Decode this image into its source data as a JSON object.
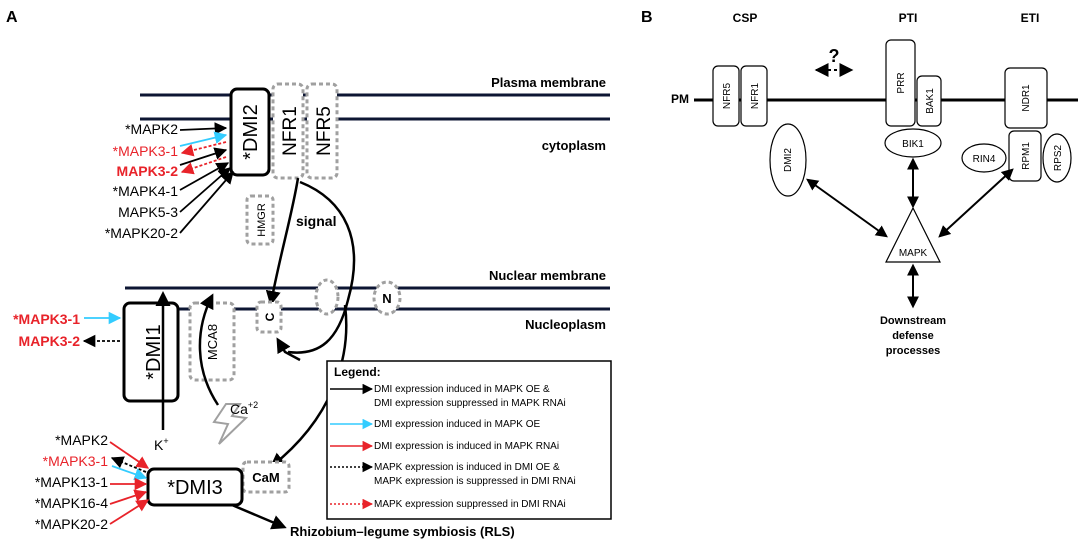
{
  "panel_a": {
    "letter": "A",
    "membranes": {
      "plasma": "Plasma membrane",
      "cytoplasm": "cytoplasm",
      "nuclear": "Nuclear membrane",
      "nucleoplasm": "Nucleoplasm"
    },
    "proteins": {
      "dmi2": "*DMI2",
      "nfr1": "NFR1",
      "nfr5": "NFR5",
      "hmgr": "HMGR",
      "dmi1": "*DMI1",
      "mca8": "MCA8",
      "c": "C",
      "n": "N",
      "dmi3": "*DMI3",
      "cam": "CaM"
    },
    "signal": "signal",
    "ion_k": "K",
    "ion_k_sup": "+",
    "ion_ca": "Ca",
    "ion_ca_sup": "+2",
    "rls": "Rhizobium–legume symbiosis (RLS)",
    "dmi2_mapks": [
      "*MAPK2",
      "*MAPK3-1",
      "MAPK3-2",
      "*MAPK4-1",
      "MAPK5-3",
      "*MAPK20-2"
    ],
    "dmi1_mapks": [
      "*MAPK3-1",
      "MAPK3-2"
    ],
    "dmi3_mapks": [
      "*MAPK2",
      "*MAPK3-1",
      "*MAPK13-1",
      "*MAPK16-4",
      "*MAPK20-2"
    ],
    "legend": {
      "title": "Legend:",
      "l1a": "DMI expression induced in MAPK OE &",
      "l1b": "DMI expression suppressed in MAPK RNAi",
      "l2": "DMI expression induced in MAPK OE",
      "l3": "DMI expression is induced in MAPK RNAi",
      "l4a": "MAPK expression is induced in DMI OE &",
      "l4b": "MAPK expression is suppressed in DMI RNAi",
      "l5": "MAPK expression suppressed  in DMI RNAi"
    }
  },
  "panel_b": {
    "letter": "B",
    "headers": {
      "csp": "CSP",
      "pti": "PTI",
      "eti": "ETI"
    },
    "question": "?",
    "pm": "PM",
    "proteins": {
      "nfr5": "NFR5",
      "nfr1": "NFR1",
      "dmi2": "DMI2",
      "prr": "PRR",
      "bak1": "BAK1",
      "bik1": "BIK1",
      "ndr1": "NDR1",
      "rin4": "RIN4",
      "rpm1": "RPM1",
      "rps2": "RPS2",
      "mapk": "MAPK"
    },
    "downstream": [
      "Downstream",
      "defense",
      "processes"
    ]
  },
  "colors": {
    "black": "#000000",
    "cyan": "#33ccff",
    "red": "#e8232a",
    "gray_dash": "#a0a0a0",
    "navy": "#0d1633"
  }
}
